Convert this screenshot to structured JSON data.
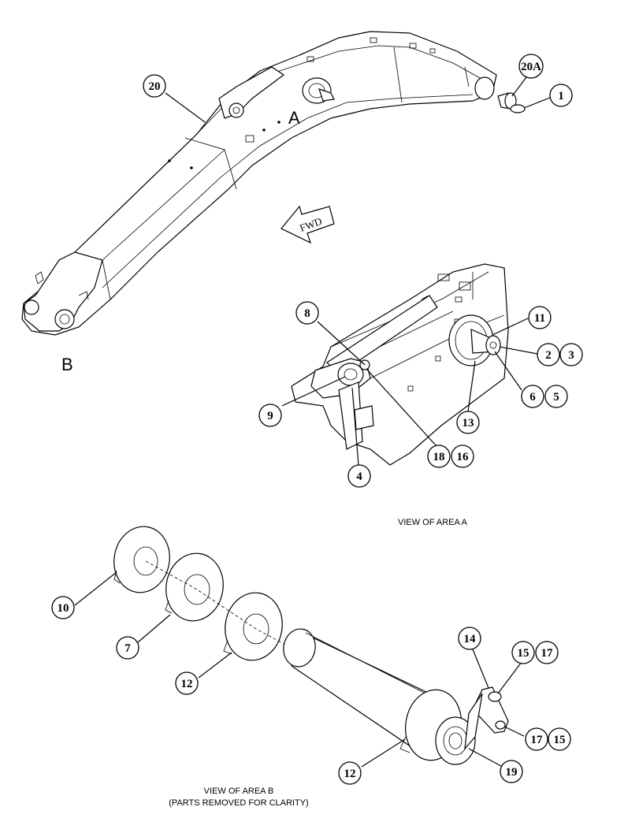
{
  "diagram": {
    "area_a_marker": "A",
    "area_b_marker": "B",
    "fwd_label": "FWD",
    "view_a_caption": "VIEW OF AREA A",
    "view_b_caption_line1": "VIEW OF AREA B",
    "view_b_caption_line2": "(PARTS REMOVED FOR CLARITY)"
  },
  "callouts": {
    "c20": "20",
    "c20a": "20A",
    "c1": "1",
    "c8": "8",
    "c11": "11",
    "c2": "2",
    "c3": "3",
    "c6": "6",
    "c5": "5",
    "c9": "9",
    "c13": "13",
    "c4": "4",
    "c18": "18",
    "c16": "16",
    "c10": "10",
    "c7": "7",
    "c12a": "12",
    "c14": "14",
    "c15a": "15",
    "c17a": "17",
    "c17b": "17",
    "c15b": "15",
    "c12b": "12",
    "c19": "19"
  }
}
